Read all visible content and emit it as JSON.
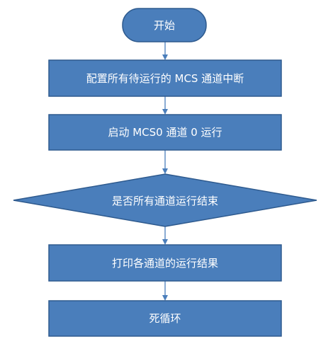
{
  "flowchart": {
    "colors": {
      "node_fill": "#4a7ebb",
      "node_border": "#2e5a8e",
      "node_text": "#ffffff",
      "arrow": "#4a7ebb"
    },
    "nodes": {
      "start": {
        "shape": "rounded-terminal",
        "label": "开始"
      },
      "config": {
        "shape": "process",
        "label": "配置所有待运行的 MCS 通道中断"
      },
      "launch": {
        "shape": "process",
        "label": "启动 MCS0 通道 0 运行"
      },
      "decision": {
        "shape": "decision",
        "label": "是否所有通道运行结束"
      },
      "print": {
        "shape": "process",
        "label": "打印各通道的运行结果"
      },
      "loop": {
        "shape": "process",
        "label": "死循环"
      }
    },
    "edges": [
      {
        "from": "start",
        "to": "config"
      },
      {
        "from": "config",
        "to": "launch"
      },
      {
        "from": "launch",
        "to": "decision"
      },
      {
        "from": "decision",
        "to": "print"
      },
      {
        "from": "print",
        "to": "loop"
      }
    ]
  }
}
